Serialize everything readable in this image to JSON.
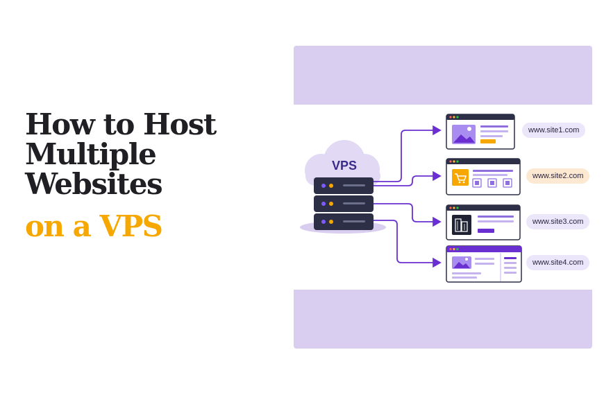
{
  "heading": {
    "lines": [
      "How to Host",
      "Multiple",
      "Websites"
    ],
    "accent": "on a VPS"
  },
  "diagram": {
    "cloud_label": "VPS",
    "sites": [
      {
        "url": "www.site1.com",
        "icon": "image-icon"
      },
      {
        "url": "www.site2.com",
        "icon": "shopping-cart-icon"
      },
      {
        "url": "www.site3.com",
        "icon": "building-icon"
      },
      {
        "url": "www.site4.com",
        "icon": "image-icon"
      }
    ]
  },
  "colors": {
    "title": "#1f1f24",
    "accent": "#f6a700",
    "lavender": "#d9cdf0",
    "purple": "#6a2fd0",
    "server": "#2c2f45"
  }
}
